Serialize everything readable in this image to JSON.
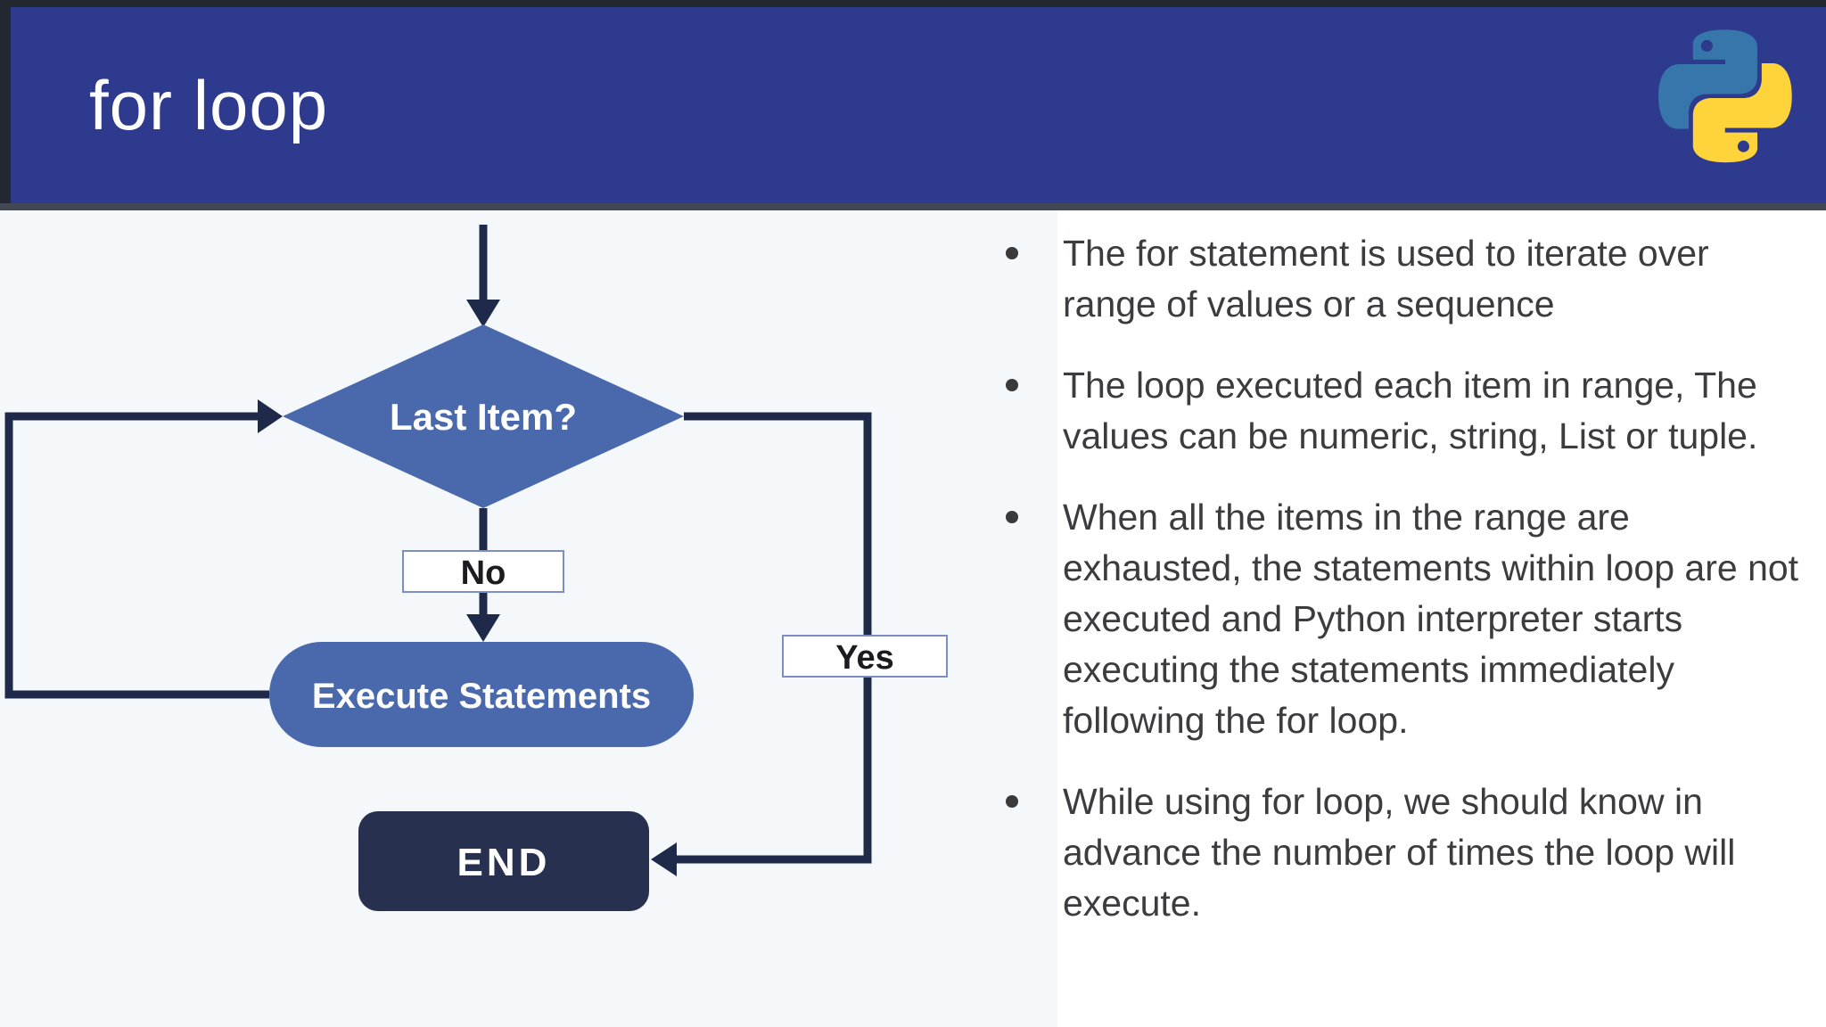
{
  "header": {
    "title": "for loop",
    "logo": "python-logo",
    "background_color": "#2e3a8e"
  },
  "flowchart": {
    "decision": "Last Item?",
    "no": "No",
    "process": "Execute Statements",
    "yes": "Yes",
    "end": "END",
    "colors": {
      "node_fill": "#4a69ad",
      "end_fill": "#27304f",
      "connector": "#1f2a4a",
      "gate_box_border": "#7c8fc4"
    }
  },
  "bullets": [
    "The for statement is used to iterate over range of values or a sequence",
    "The loop executed each item in range, The values can be numeric, string, List or tuple.",
    "When all the items in the range are exhausted, the statements within loop are not executed and Python interpreter starts executing the statements immediately following the for loop.",
    "While using for loop, we should know in advance the number of times the loop will execute."
  ]
}
